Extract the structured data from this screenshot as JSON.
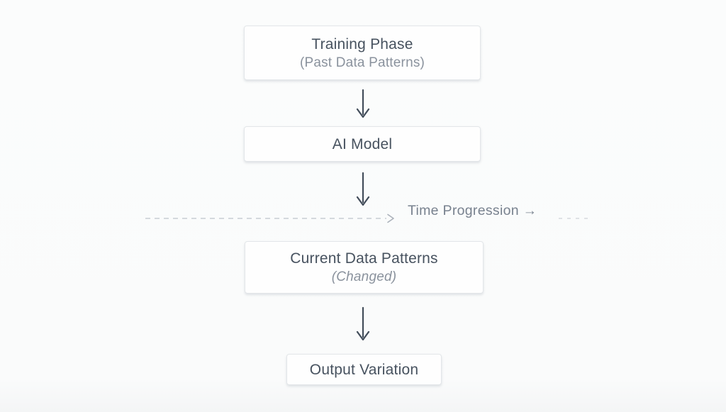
{
  "diagram": {
    "title": "AI model drift over time flow diagram",
    "nodes": [
      {
        "id": "training-phase",
        "label": "Training Phase",
        "sublabel": "(Past Data Patterns)"
      },
      {
        "id": "ai-model",
        "label": "AI Model",
        "sublabel": ""
      },
      {
        "id": "current-data-patterns",
        "label": "Current Data Patterns",
        "sublabel": "(Changed)"
      },
      {
        "id": "output-variation",
        "label": "Output Variation",
        "sublabel": ""
      }
    ],
    "connectors": [
      {
        "from": "training-phase",
        "to": "ai-model",
        "type": "solid-arrow-down"
      },
      {
        "from": "ai-model",
        "to": "current-data-patterns",
        "type": "solid-arrow-down"
      },
      {
        "from": "current-data-patterns",
        "to": "output-variation",
        "type": "solid-arrow-down"
      }
    ],
    "timeline": {
      "label": "Time Progression →",
      "style": "horizontal-dashed-line-with-right-arrowhead"
    },
    "colors": {
      "background": "#fafbfb",
      "box_background": "#fefefe",
      "box_border": "#e3e6e9",
      "label_text": "#47525f",
      "sublabel_text": "#8a929d",
      "arrow": "#434e5b",
      "dashed_line": "#c8cdd3",
      "timeline_text": "#78828f"
    }
  }
}
